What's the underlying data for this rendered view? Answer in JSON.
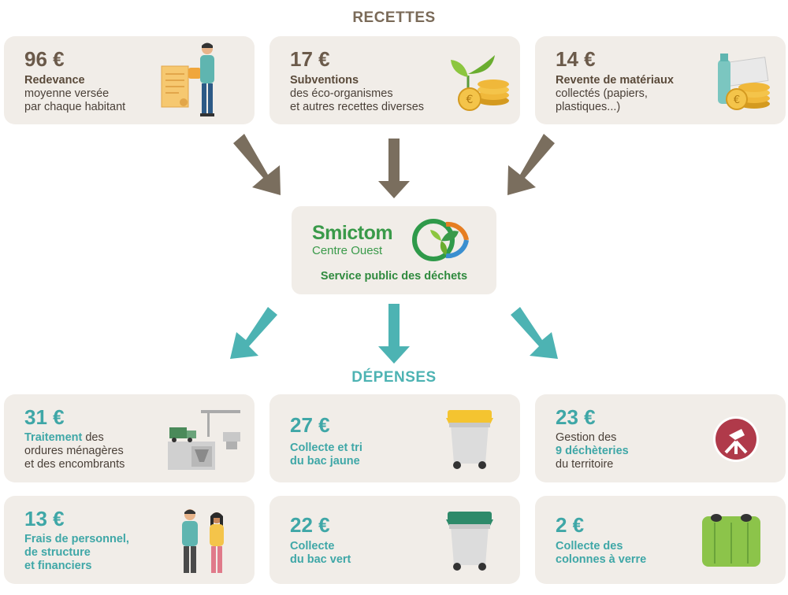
{
  "recettes_title": "RECETTES",
  "depenses_title": "DÉPENSES",
  "recettes": [
    {
      "amount": "96 €",
      "bold": "Redevance",
      "line2": "moyenne versée",
      "line3": "par chaque habitant",
      "icon": "person-with-bill-icon"
    },
    {
      "amount": "17 €",
      "bold": "Subventions",
      "line2": "des éco-organismes",
      "line3": "et autres recettes diverses",
      "icon": "plant-coins-icon"
    },
    {
      "amount": "14 €",
      "bold": "Revente de matériaux",
      "line2": "collectés (papiers,",
      "line3": "plastiques...)",
      "icon": "bottle-coins-icon"
    }
  ],
  "center": {
    "name": "Smictom",
    "subname": "Centre Ouest",
    "tagline": "Service public des déchets"
  },
  "depenses": [
    {
      "amount": "31 €",
      "bold": "Traitement",
      "line1_rest": " des",
      "line2": "ordures ménagères",
      "line3": "et des encombrants",
      "icon": "treatment-plant-icon"
    },
    {
      "amount": "27 €",
      "line1": "Collecte et tri",
      "line2": "du bac jaune",
      "icon": "yellow-bin-icon"
    },
    {
      "amount": "23 €",
      "line1": "Gestion des",
      "bold": "9 déchèteries",
      "line3": "du territoire",
      "icon": "decheterie-sign-icon"
    },
    {
      "amount": "13 €",
      "line1": "Frais de personnel,",
      "line2": "de structure",
      "line3": "et financiers",
      "icon": "staff-people-icon"
    },
    {
      "amount": "22 €",
      "line1": "Collecte",
      "line2": "du bac vert",
      "icon": "green-bin-icon"
    },
    {
      "amount": "2 €",
      "line1": "Collecte des",
      "line2": "colonnes à verre",
      "icon": "glass-container-icon"
    }
  ],
  "colors": {
    "brown": "#7a6a58",
    "teal": "#4db3b3",
    "card_bg": "#f1ede8",
    "logo_green": "#3a9a4a"
  }
}
